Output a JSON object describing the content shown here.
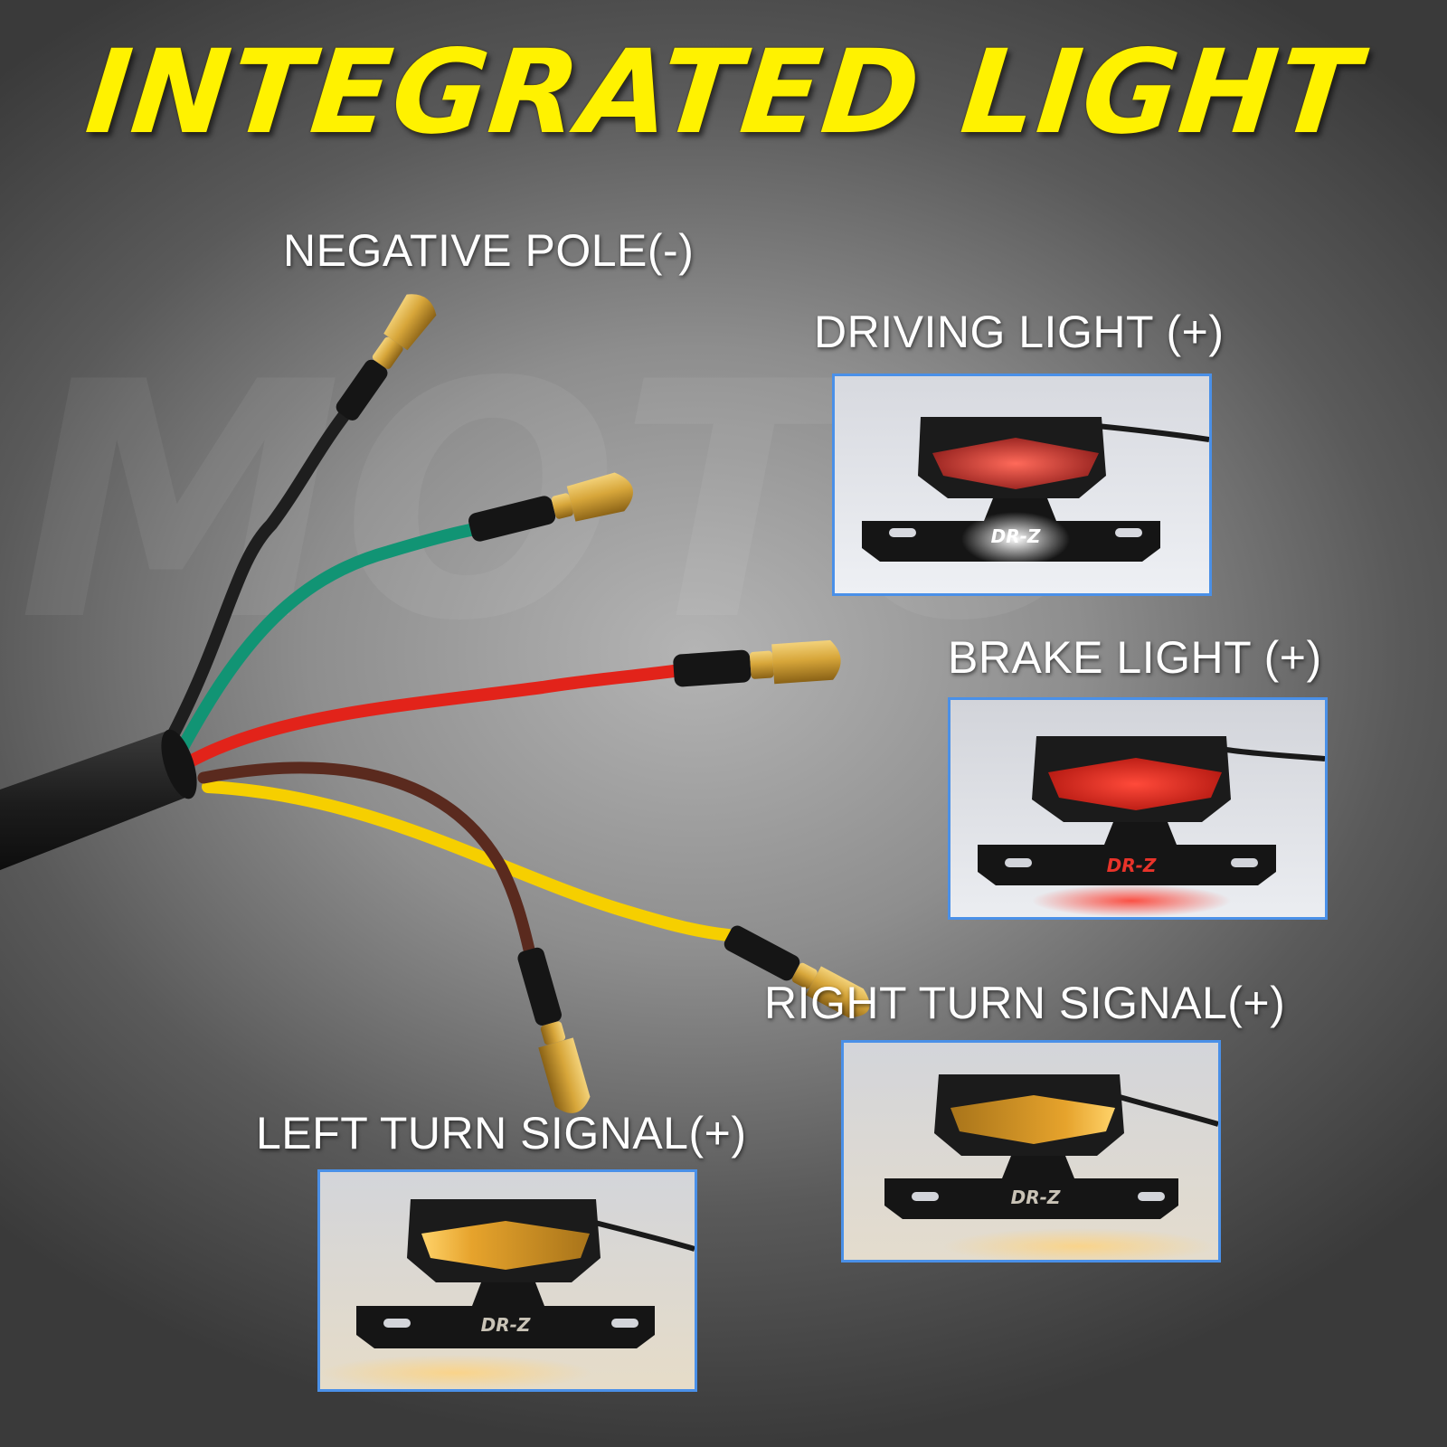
{
  "title": "INTEGRATED LIGHT",
  "labels": {
    "negative": "NEGATIVE POLE(-)",
    "driving": "DRIVING LIGHT (+)",
    "brake": "BRAKE LIGHT (+)",
    "right_turn": "RIGHT TURN SIGNAL(+)",
    "left_turn": "LEFT TURN SIGNAL(+)"
  },
  "watermark": "MOTO",
  "bracket_logo": "DR-Z",
  "colors": {
    "title": "#fff200",
    "photo_border": "#4a90e8",
    "wire_black": "#1e1e1e",
    "wire_green": "#119474",
    "wire_red": "#e2231a",
    "wire_brown": "#5a2a1e",
    "wire_yellow": "#f6cf00",
    "connector_brass": "#d7a63a",
    "lens_red": "#e8332a",
    "lens_amber": "#f5a623"
  }
}
